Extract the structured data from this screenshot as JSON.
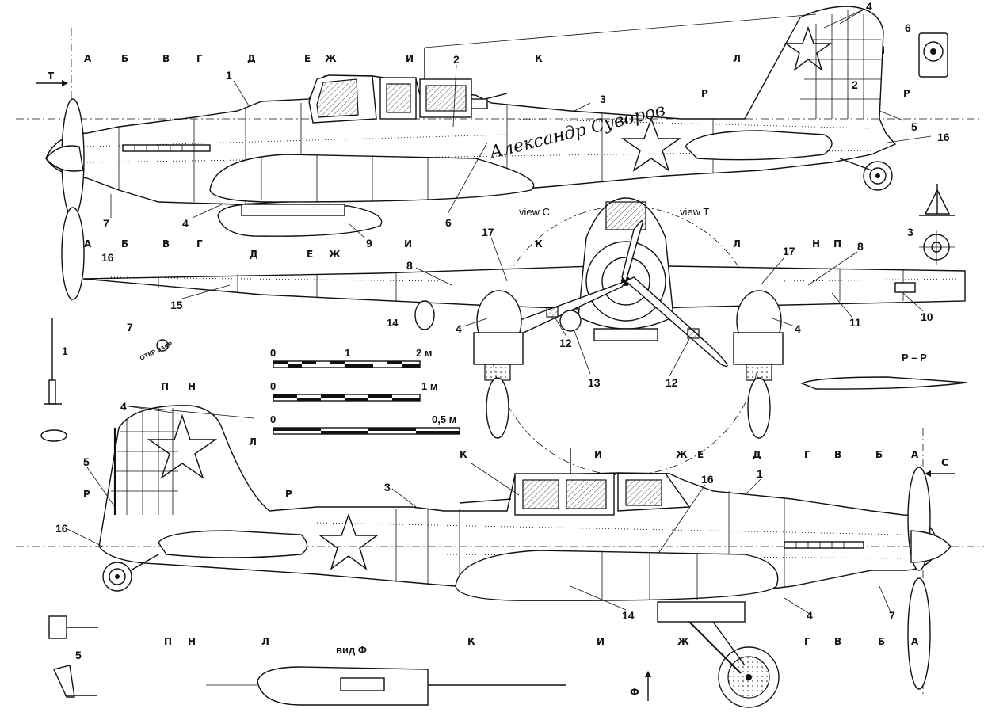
{
  "views": {
    "view_c_label": "view C",
    "view_t_label": "view T",
    "vid_f_label": "вид Ф",
    "section_pp_label": "Р – Р"
  },
  "direction_markers": {
    "t": "Т",
    "s": "С",
    "f": "Ф"
  },
  "stations": {
    "top_row": [
      "А",
      "Б",
      "В",
      "Г",
      "Д",
      "Е",
      "Ж",
      "И",
      "К",
      "Л"
    ],
    "top_row2": [
      "А",
      "Б",
      "В",
      "Г",
      "Д",
      "Е",
      "Ж",
      "И",
      "К",
      "Л",
      "Н",
      "П"
    ],
    "mid_left": [
      "П",
      "Н",
      "Л"
    ],
    "bottom_upper": [
      "И",
      "Ж",
      "Е",
      "Д",
      "Г",
      "В",
      "Б",
      "А"
    ],
    "bottom_lower": [
      "П",
      "Н",
      "Л",
      "К",
      "И",
      "Ж",
      "Г",
      "В",
      "Б",
      "А"
    ],
    "bottom_upper_k": "К",
    "r_left": "Р",
    "r_right": "Р"
  },
  "callouts": {
    "top": [
      "1",
      "2",
      "3",
      "4",
      "5",
      "6",
      "7",
      "9",
      "16",
      "4"
    ],
    "top_tail_7": "7",
    "top_tail_6": "6",
    "side_3": "3",
    "wing": [
      "8",
      "15",
      "16",
      "17",
      "17",
      "8",
      "11",
      "10",
      "4",
      "12",
      "13",
      "12",
      "4",
      "14"
    ],
    "left_parts": [
      "1",
      "7",
      "5"
    ],
    "bottom": [
      "4",
      "5",
      "16",
      "3",
      "16",
      "1",
      "4",
      "7",
      "14"
    ]
  },
  "scales": {
    "s1": {
      "zero": "0",
      "mid": "1",
      "end": "2 м"
    },
    "s2": {
      "zero": "0",
      "end": "1 м"
    },
    "s3": {
      "zero": "0",
      "end": "0,5 м"
    }
  },
  "markings": {
    "tail_number": "2",
    "inscription": "Александр Суворов",
    "roman_numeral": "I",
    "open_close": "ОТКР ЗАКР"
  },
  "colors": {
    "ink": "#111111",
    "paper": "#ffffff"
  }
}
